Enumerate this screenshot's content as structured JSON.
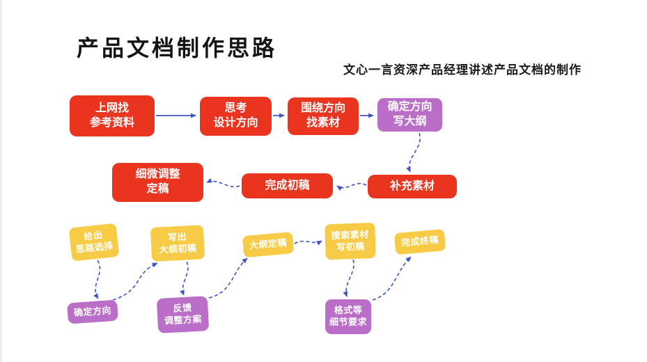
{
  "slide": {
    "title": "产品文档制作思路",
    "subtitle": "文心一言资深产品经理讲述产品文档的制作"
  },
  "colors": {
    "node_red": "#E93420",
    "node_purple": "#BA6EC8",
    "node_yellow": "#F7CB45",
    "arrow_blue": "#3D53C6",
    "text_on_node": "#FFFFFF",
    "title_text": "#141414"
  },
  "top_flow": {
    "steps": [
      {
        "label": "上网找\n参考资料"
      },
      {
        "label": "思考\n设计方向"
      },
      {
        "label": "围绕方向\n找素材"
      },
      {
        "label": "确定方向\n写大纲"
      },
      {
        "label": "补充素材"
      },
      {
        "label": "完成初稿"
      },
      {
        "label": "细微调整\n定稿"
      }
    ]
  },
  "bottom_flow": {
    "steps": [
      {
        "label": "给出\n思路选择"
      },
      {
        "label": "确定方向"
      },
      {
        "label": "写出\n大纲初稿"
      },
      {
        "label": "反馈\n调整方案"
      },
      {
        "label": "大纲定稿"
      },
      {
        "label": "搜索素材\n写初稿"
      },
      {
        "label": "格式等\n细节要求"
      },
      {
        "label": "完成终稿"
      }
    ]
  }
}
